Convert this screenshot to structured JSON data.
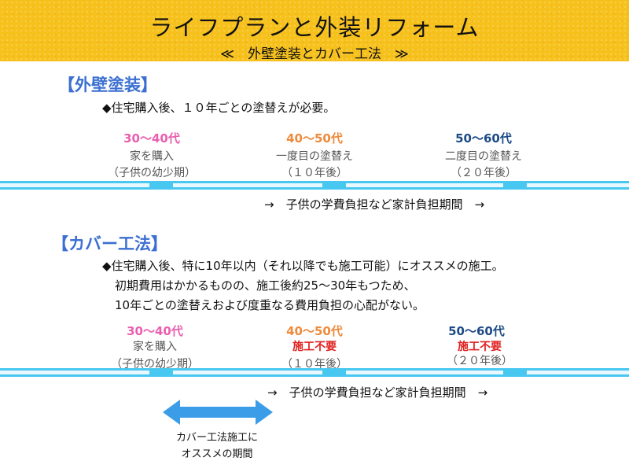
{
  "header": {
    "title": "ライフプランと外装リフォーム",
    "subtitle": "≪　外壁塗装とカバー工法　≫"
  },
  "colors": {
    "header_bg": "#f7c11c",
    "section_title": "#3c6fd1",
    "age_1": "#ea5fb0",
    "age_2": "#ee8a3c",
    "age_3": "#1d4b86",
    "timeline": "#48c8f0",
    "warning": "#e02020",
    "span_arrow": "#3b9de8"
  },
  "painting": {
    "title": "【外壁塗装】",
    "desc": "◆住宅購入後、１０年ごとの塗替えが必要。",
    "stages": [
      {
        "age": "30〜40代",
        "line1": "家を購入",
        "line2": "（子供の幼少期）"
      },
      {
        "age": "40〜50代",
        "line1": "一度目の塗替え",
        "line2": "（１０年後）"
      },
      {
        "age": "50〜60代",
        "line1": "二度目の塗替え",
        "line2": "（２０年後）"
      }
    ],
    "note": "→　子供の学費負担など家計負担期間　→"
  },
  "cover": {
    "title": "【カバー工法】",
    "desc": [
      "◆住宅購入後、特に10年以内（それ以降でも施工可能）にオススメの施工。",
      "初期費用はかかるものの、施工後約25〜30年もつため、",
      "10年ごとの塗替えおよび度重なる費用負担の心配がない。"
    ],
    "stages": [
      {
        "age": "30〜40代",
        "line1": "家を購入",
        "line2": "（子供の幼少期）"
      },
      {
        "age": "40〜50代",
        "line1": "施工不要",
        "line2": "（１０年後）"
      },
      {
        "age": "50〜60代",
        "line1": "施工不要",
        "line2": "（２０年後）"
      }
    ],
    "note": "→　子供の学費負担など家計負担期間　→"
  },
  "span_arrow": {
    "caption_line1": "カバー工法施工に",
    "caption_line2": "オススメの期間"
  }
}
